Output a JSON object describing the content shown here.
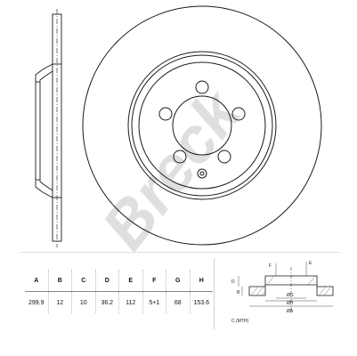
{
  "brand": {
    "logo_text": "Breck",
    "color": "#d9d9d9"
  },
  "spec_table": {
    "headers": [
      "A",
      "B",
      "C",
      "D",
      "E",
      "F",
      "G",
      "H"
    ],
    "values": [
      "299.9",
      "12",
      "10",
      "36.2",
      "112",
      "5+1",
      "68",
      "153.6"
    ]
  },
  "section_diagram": {
    "labels": {
      "f": "F",
      "e": "E",
      "d": "D",
      "b": "B",
      "c": "C (MTH)",
      "g": "ØG",
      "h": "ØH",
      "a": "ØA"
    }
  },
  "colors": {
    "line": "#1a1a1a",
    "hatch": "#555555"
  }
}
